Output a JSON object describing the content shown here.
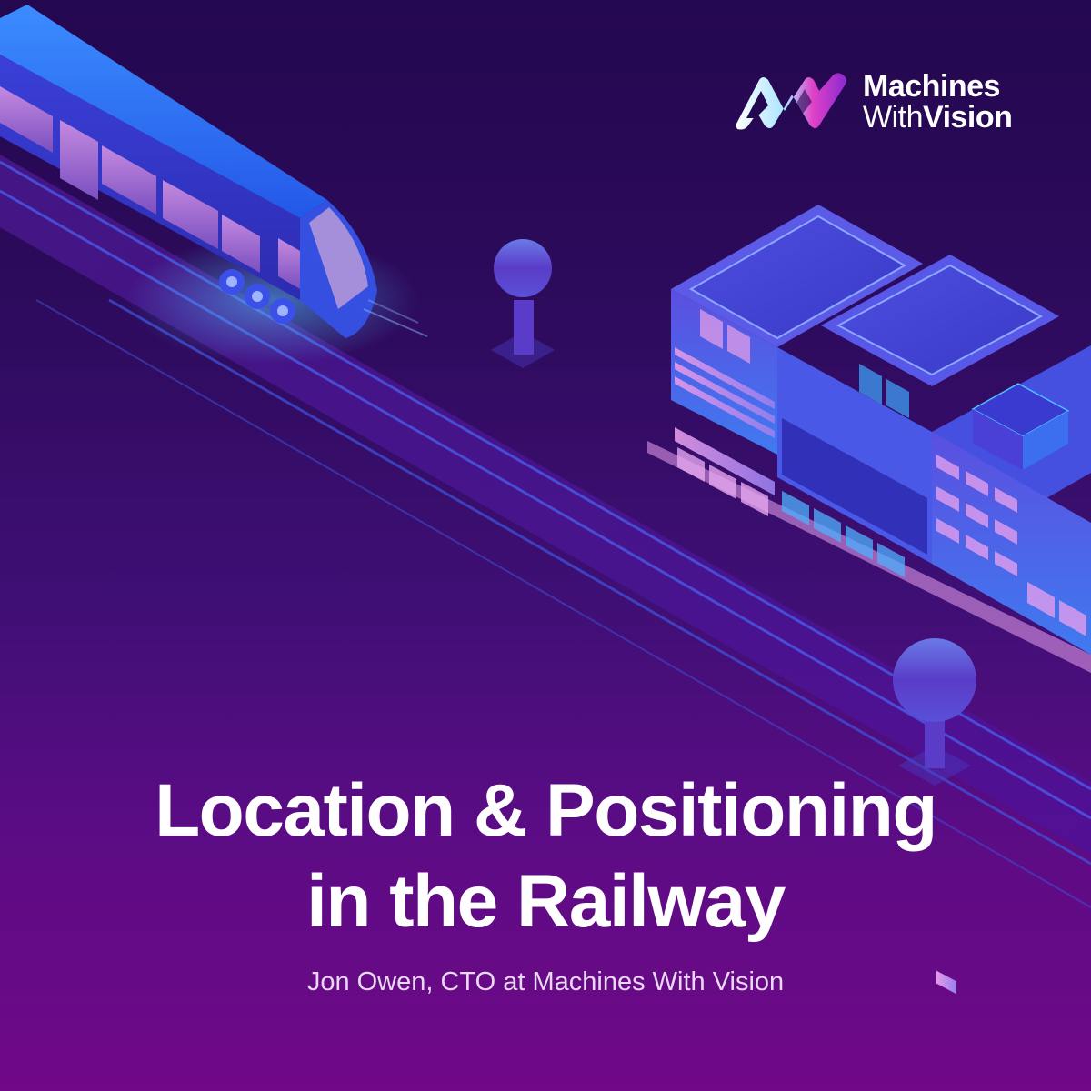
{
  "brand": {
    "name_line1": "Machines",
    "name_line2_light": "With",
    "name_line2_bold": "Vision",
    "logo_icon": "mwv-logo-icon"
  },
  "headline": {
    "line1": "Location & Positioning",
    "line2": "in the Railway"
  },
  "byline": "Jon Owen, CTO at Machines With Vision",
  "illustration": {
    "elements": [
      "isometric-train",
      "railway-track",
      "signal-post",
      "isometric-building"
    ]
  },
  "colors": {
    "background_top": "#23074f",
    "background_bottom": "#700888",
    "train_blue": "#2f6cf0",
    "window_pink": "#b07ad8",
    "text": "#ffffff"
  }
}
